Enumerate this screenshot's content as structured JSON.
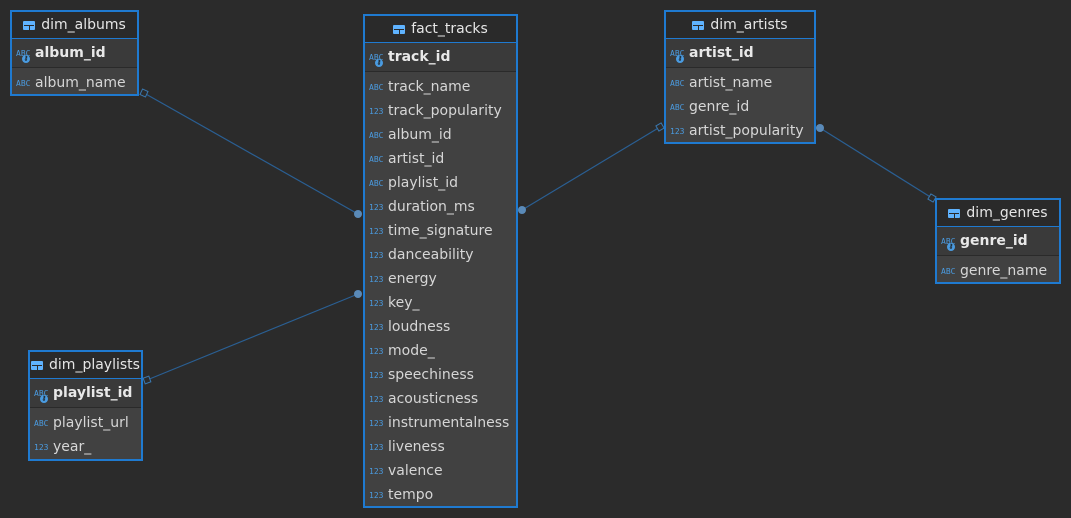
{
  "entities": {
    "dim_albums": {
      "title": "dim_albums",
      "pk": {
        "name": "album_id",
        "type": "ABC"
      },
      "fields": [
        {
          "name": "album_name",
          "type": "ABC"
        }
      ]
    },
    "fact_tracks": {
      "title": "fact_tracks",
      "pk": {
        "name": "track_id",
        "type": "ABC"
      },
      "fields": [
        {
          "name": "track_name",
          "type": "ABC"
        },
        {
          "name": "track_popularity",
          "type": "123"
        },
        {
          "name": "album_id",
          "type": "ABC"
        },
        {
          "name": "artist_id",
          "type": "ABC"
        },
        {
          "name": "playlist_id",
          "type": "ABC"
        },
        {
          "name": "duration_ms",
          "type": "123"
        },
        {
          "name": "time_signature",
          "type": "123"
        },
        {
          "name": "danceability",
          "type": "123"
        },
        {
          "name": "energy",
          "type": "123"
        },
        {
          "name": "key_",
          "type": "123"
        },
        {
          "name": "loudness",
          "type": "123"
        },
        {
          "name": "mode_",
          "type": "123"
        },
        {
          "name": "speechiness",
          "type": "123"
        },
        {
          "name": "acousticness",
          "type": "123"
        },
        {
          "name": "instrumentalness",
          "type": "123"
        },
        {
          "name": "liveness",
          "type": "123"
        },
        {
          "name": "valence",
          "type": "123"
        },
        {
          "name": "tempo",
          "type": "123"
        }
      ]
    },
    "dim_artists": {
      "title": "dim_artists",
      "pk": {
        "name": "artist_id",
        "type": "ABC"
      },
      "fields": [
        {
          "name": "artist_name",
          "type": "ABC"
        },
        {
          "name": "genre_id",
          "type": "ABC"
        },
        {
          "name": "artist_popularity",
          "type": "123"
        }
      ]
    },
    "dim_genres": {
      "title": "dim_genres",
      "pk": {
        "name": "genre_id",
        "type": "ABC"
      },
      "fields": [
        {
          "name": "genre_name",
          "type": "ABC"
        }
      ]
    },
    "dim_playlists": {
      "title": "dim_playlists",
      "pk": {
        "name": "playlist_id",
        "type": "ABC"
      },
      "fields": [
        {
          "name": "playlist_url",
          "type": "ABC"
        },
        {
          "name": "year_",
          "type": "123"
        }
      ]
    }
  },
  "colors": {
    "background": "#2b2b2b",
    "border": "#1f7ad0",
    "type_icon": "#4a9be0",
    "link": "#2a5f93"
  }
}
